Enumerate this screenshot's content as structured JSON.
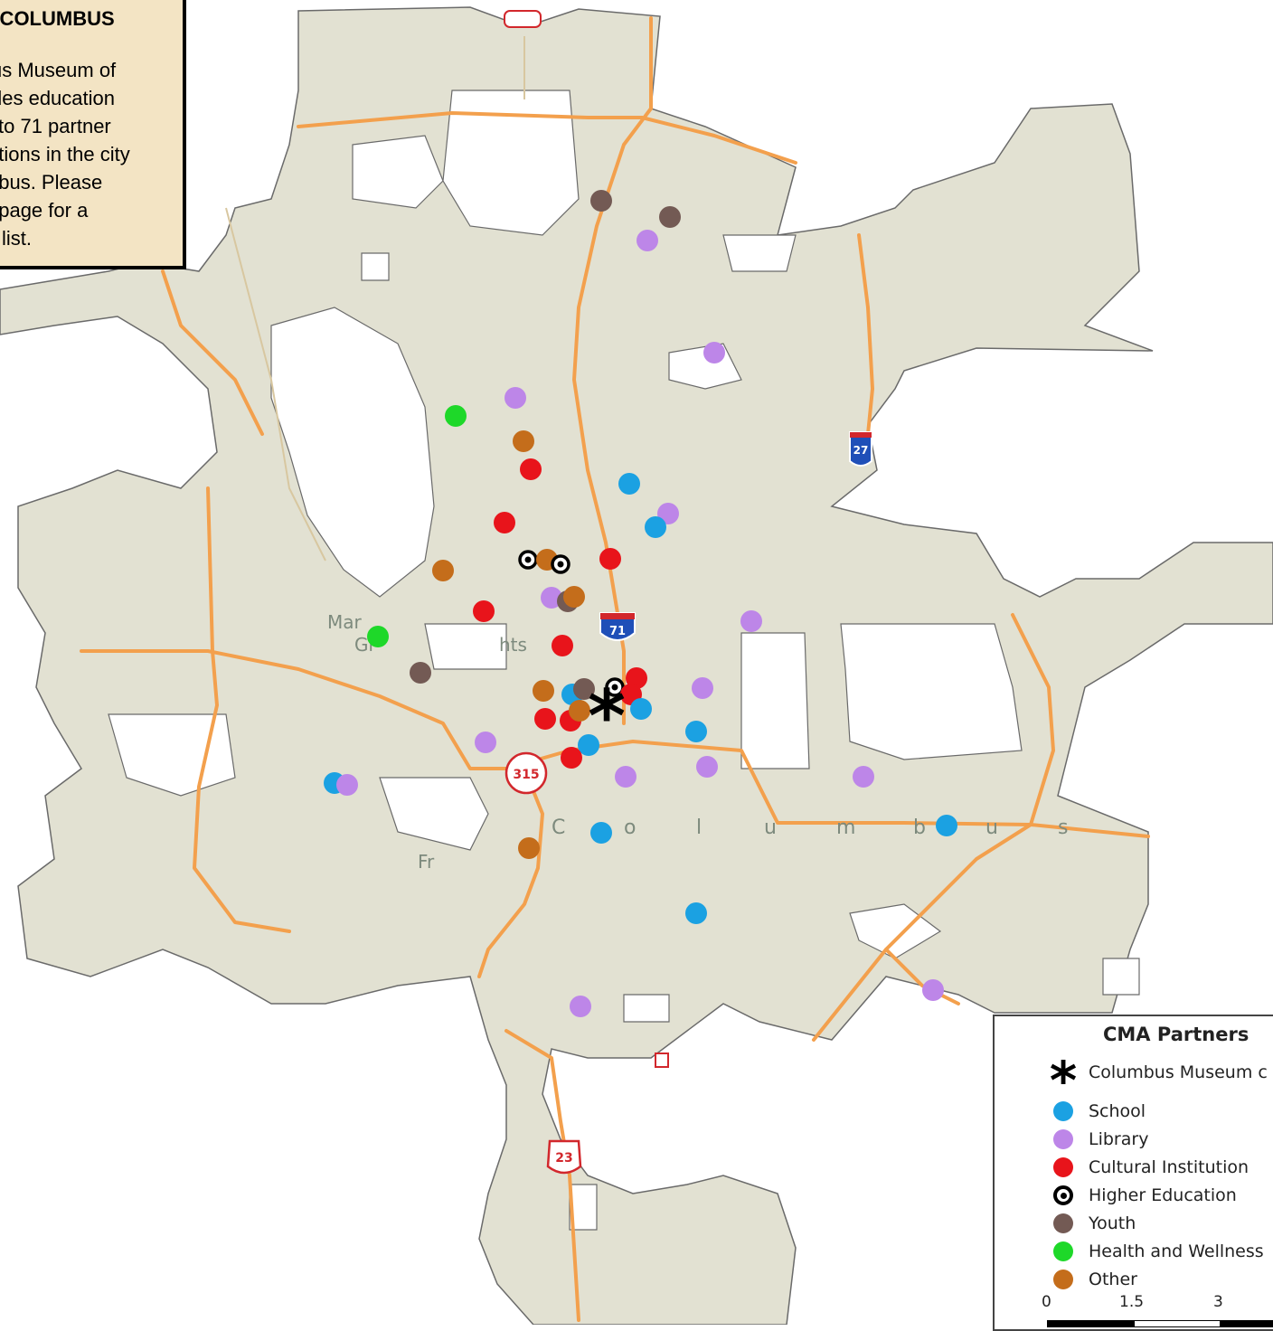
{
  "info_box": {
    "title": "F COLUMBUS",
    "lines": [
      "us Museum of",
      "des education",
      "to 71 partner",
      "ations in the city",
      "nbus.  Please",
      "t page for a",
      "list."
    ]
  },
  "map_labels": {
    "marble_1": "Mar",
    "marble_2": "Gr",
    "heights": "hts",
    "columbus": [
      "C",
      "o",
      "l",
      "u",
      "m",
      "b",
      "u",
      "s"
    ],
    "fr": "Fr"
  },
  "shields": {
    "i71": "71",
    "i270": "27",
    "sr315": "315",
    "us23": "23"
  },
  "legend": {
    "title": "CMA Partners",
    "items": [
      {
        "key": "museum",
        "label": "Columbus Museum c",
        "symbol": "asterisk-icon"
      },
      {
        "key": "school",
        "label": "School",
        "color": "#1ba1e2"
      },
      {
        "key": "library",
        "label": "Library",
        "color": "#bd86e8"
      },
      {
        "key": "cultural",
        "label": "Cultural Institution",
        "color": "#e8141b"
      },
      {
        "key": "higher_ed",
        "label": "Higher Education",
        "symbol": "target-icon"
      },
      {
        "key": "youth",
        "label": "Youth",
        "color": "#735a54"
      },
      {
        "key": "health",
        "label": "Health and Wellness",
        "color": "#1ed829"
      },
      {
        "key": "other",
        "label": "Other",
        "color": "#c46d1b"
      }
    ],
    "scale_labels": [
      "0",
      "1.5",
      "3"
    ]
  },
  "colors": {
    "land": "#e2e1d2",
    "road": "#f3a04d",
    "border": "#6a6a6a"
  }
}
